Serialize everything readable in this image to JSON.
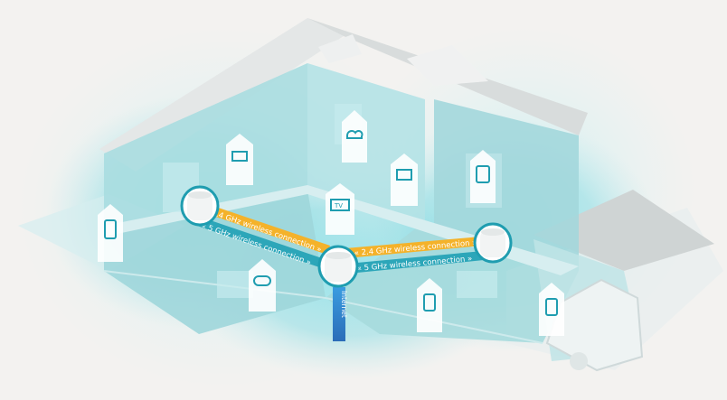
{
  "labels": {
    "link_left_24": "« 2.4 GHz wireless connection »",
    "link_left_5": "« 5 GHz wireless connection »",
    "link_right_24": "« 2.4 GHz wireless connection »",
    "link_right_5": "« 5 GHz wireless connection »",
    "internet": "Internet",
    "tv_badge": "TV"
  },
  "colors": {
    "background": "#f3f2f0",
    "coverage": "#79d6df",
    "house_wall": "#a9dde0",
    "band_24": "#f4b22a",
    "band_5": "#2ca6b9",
    "internet": "#2f7fcb",
    "node": "#ffffff"
  },
  "icons": [
    "router-icon",
    "smartphone-icon",
    "tablet-icon",
    "tv-icon",
    "computer-icon",
    "cloud-icon",
    "game-controller-icon",
    "car-icon"
  ]
}
